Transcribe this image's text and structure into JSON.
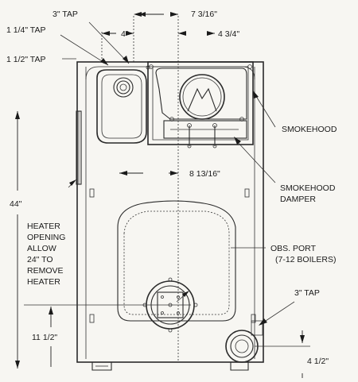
{
  "labels": {
    "tap_3_top": "3\" TAP",
    "dim_7_3_16": "7 3/16\"",
    "tap_1_1_4": "1 1/4\" TAP",
    "dim_4": "4\"",
    "dim_4_3_4": "4 3/4\"",
    "tap_1_1_2": "1 1/2\" TAP",
    "smokehood": "SMOKEHOOD",
    "dim_8_13_16": "8 13/16\"",
    "smokehood_damper_1": "SMOKEHOOD",
    "smokehood_damper_2": "DAMPER",
    "dim_44": "44\"",
    "heater_line_1": "HEATER",
    "heater_line_2": "OPENING",
    "heater_line_3": "ALLOW",
    "heater_line_4": "24\" TO",
    "heater_line_5": "REMOVE",
    "heater_line_6": "HEATER",
    "obs_port_1": "OBS. PORT",
    "obs_port_2": "(7-12 BOILERS)",
    "tap_3_bottom": "3\" TAP",
    "dim_11_1_2": "11 1/2\"",
    "dim_4_1_2": "4 1/2\""
  }
}
